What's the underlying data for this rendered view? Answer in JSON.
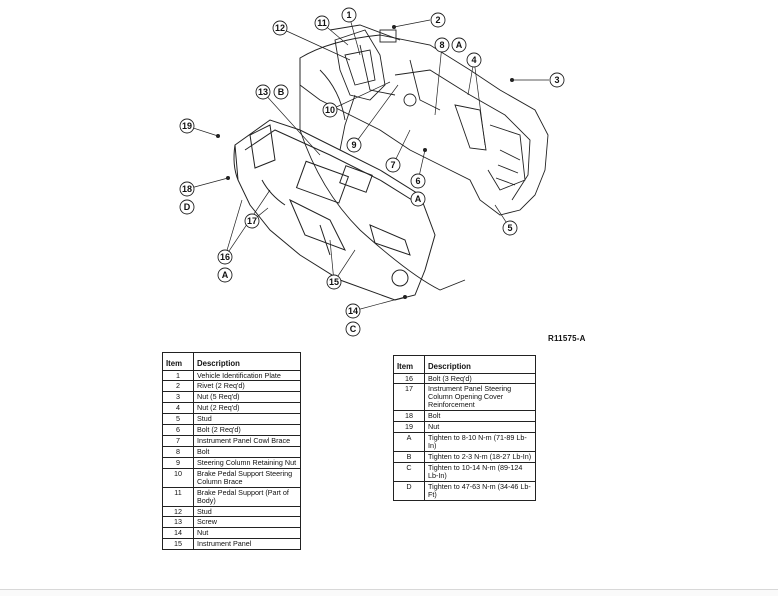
{
  "figure": {
    "reference_code": "R11575-A",
    "callouts": [
      {
        "id": "c1",
        "label": "1"
      },
      {
        "id": "c2",
        "label": "2"
      },
      {
        "id": "c3",
        "label": "3"
      },
      {
        "id": "c4",
        "label": "4"
      },
      {
        "id": "c5",
        "label": "5"
      },
      {
        "id": "c6",
        "label": "6"
      },
      {
        "id": "c7",
        "label": "7"
      },
      {
        "id": "c8",
        "label": "8"
      },
      {
        "id": "c9",
        "label": "9"
      },
      {
        "id": "c10",
        "label": "10"
      },
      {
        "id": "c11",
        "label": "11"
      },
      {
        "id": "c12",
        "label": "12"
      },
      {
        "id": "c13",
        "label": "13"
      },
      {
        "id": "c14",
        "label": "14"
      },
      {
        "id": "c15",
        "label": "15"
      },
      {
        "id": "c16",
        "label": "16"
      },
      {
        "id": "c17",
        "label": "17"
      },
      {
        "id": "c18",
        "label": "18"
      },
      {
        "id": "c19",
        "label": "19"
      },
      {
        "id": "cA8",
        "label": "A"
      },
      {
        "id": "cB13",
        "label": "B"
      },
      {
        "id": "cA6",
        "label": "A"
      },
      {
        "id": "cD18",
        "label": "D"
      },
      {
        "id": "cA16",
        "label": "A"
      },
      {
        "id": "cC14",
        "label": "C"
      }
    ]
  },
  "parts_table_left": {
    "header": {
      "item": "Item",
      "description": "Description"
    },
    "rows": [
      {
        "item": "1",
        "description": "Vehicle Identification Plate"
      },
      {
        "item": "2",
        "description": "Rivet (2 Req'd)"
      },
      {
        "item": "3",
        "description": "Nut (5 Req'd)"
      },
      {
        "item": "4",
        "description": "Nut (2 Req'd)"
      },
      {
        "item": "5",
        "description": "Stud"
      },
      {
        "item": "6",
        "description": "Bolt (2 Req'd)"
      },
      {
        "item": "7",
        "description": "Instrument Panel Cowl Brace"
      },
      {
        "item": "8",
        "description": "Bolt"
      },
      {
        "item": "9",
        "description": "Steering Column Retaining Nut"
      },
      {
        "item": "10",
        "description": "Brake Pedal Support Steering Column Brace"
      },
      {
        "item": "11",
        "description": "Brake Pedal Support (Part of Body)"
      },
      {
        "item": "12",
        "description": "Stud"
      },
      {
        "item": "13",
        "description": "Screw"
      },
      {
        "item": "14",
        "description": "Nut"
      },
      {
        "item": "15",
        "description": "Instrument Panel"
      }
    ]
  },
  "parts_table_right": {
    "header": {
      "item": "Item",
      "description": "Description"
    },
    "rows": [
      {
        "item": "16",
        "description": "Bolt (3 Req'd)"
      },
      {
        "item": "17",
        "description": "Instrument Panel Steering Column Opening Cover Reinforcement"
      },
      {
        "item": "18",
        "description": "Bolt"
      },
      {
        "item": "19",
        "description": "Nut"
      },
      {
        "item": "A",
        "description": "Tighten to 8-10 N-m (71-89 Lb-In)"
      },
      {
        "item": "B",
        "description": "Tighten to 2-3 N-m (18-27 Lb-In)"
      },
      {
        "item": "C",
        "description": "Tighten to 10-14 N-m (89-124 Lb-In)"
      },
      {
        "item": "D",
        "description": "Tighten to 47-63 N-m (34-46 Lb-Ft)"
      }
    ]
  }
}
